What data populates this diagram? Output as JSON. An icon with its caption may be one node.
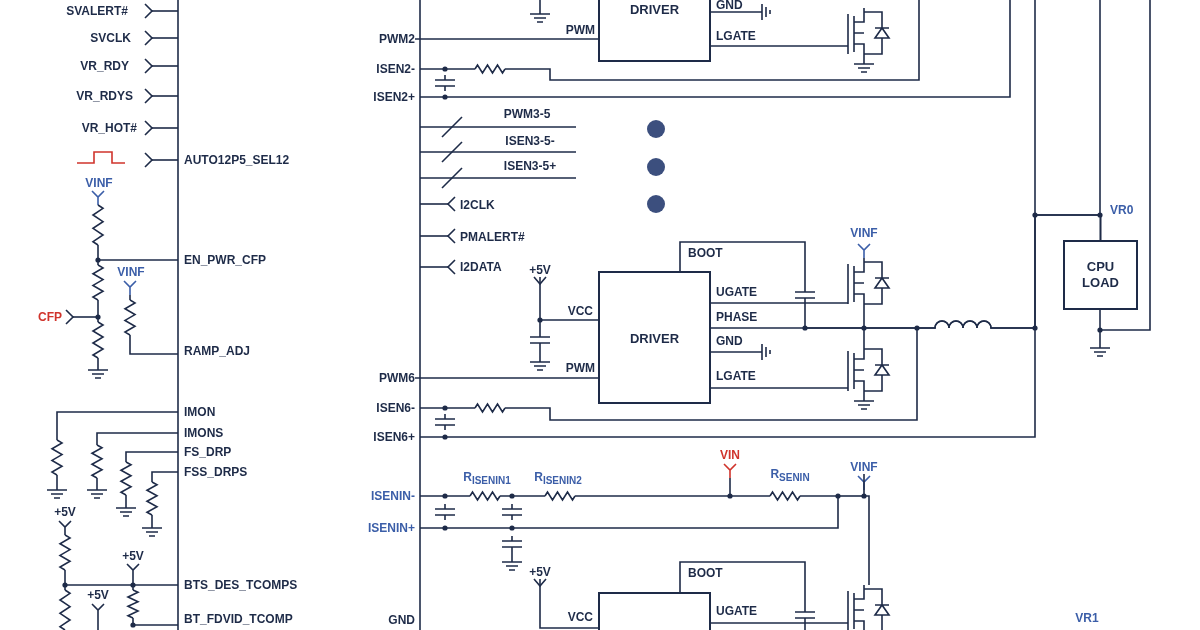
{
  "diagram": {
    "nodes": [
      {
        "text": [
          "DRIVER"
        ],
        "beside": [
          "GND",
          "PWM",
          "LGATE"
        ]
      },
      {
        "text": [
          "DRIVER"
        ],
        "beside": [
          "BOOT",
          "UGATE",
          "VCC",
          "PHASE",
          "GND",
          "PWM",
          "LGATE"
        ]
      },
      {
        "text": [],
        "shape": "box",
        "beside": [
          "BOOT",
          "UGATE",
          "VCC"
        ]
      },
      {
        "text": [
          "CPU LOAD"
        ]
      },
      {
        "text": [],
        "shape": "transistor"
      },
      {
        "text": [],
        "shape": "ground"
      },
      {
        "text": [],
        "shape": "capacitor"
      },
      {
        "text": [],
        "shape": "transistor",
        "beside": [
          "VINF"
        ]
      },
      {
        "text": [],
        "shape": "transistor"
      },
      {
        "text": [],
        "shape": "ground"
      },
      {
        "text": [],
        "shape": "capacitor"
      },
      {
        "text": [],
        "shape": "transistor"
      },
      {
        "text": [],
        "shape": "ground"
      },
      {
        "text": [
          "PWM2"
        ]
      },
      {
        "text": [
          "PWM6"
        ]
      },
      {
        "text": [
          "+5V"
        ]
      },
      {
        "text": [
          "+5V"
        ]
      },
      {
        "text": [
          "VINF"
        ]
      }
    ],
    "edges": [
      {
        "from": 1,
        "to": 3,
        "arrow": "none"
      },
      {
        "from": 0,
        "to": 4,
        "arrow": "none"
      },
      {
        "from": 0,
        "to": 5,
        "arrow": "none"
      },
      {
        "from": 1,
        "to": 6,
        "arrow": "none"
      },
      {
        "from": 6,
        "to": 3,
        "arrow": "none"
      },
      {
        "from": 1,
        "to": 7,
        "arrow": "none"
      },
      {
        "from": 7,
        "to": 8,
        "arrow": "none"
      },
      {
        "from": 1,
        "to": 9,
        "arrow": "none"
      },
      {
        "from": 1,
        "to": 8,
        "arrow": "none"
      },
      {
        "from": 2,
        "to": 10,
        "arrow": "none"
      },
      {
        "from": 2,
        "to": 11,
        "arrow": "none"
      },
      {
        "from": 3,
        "to": 12,
        "arrow": "none"
      },
      {
        "from": 13,
        "to": 0,
        "arrow": "none"
      },
      {
        "from": 15,
        "to": 1,
        "arrow": "other"
      },
      {
        "from": 14,
        "to": 1,
        "arrow": "none"
      },
      {
        "from": 16,
        "to": 2,
        "arrow": "other"
      },
      {
        "from": 17,
        "to": 11,
        "arrow": "none"
      }
    ],
    "labels": [
      "SVALERT#",
      "SVCLK",
      "VR_RDY",
      "VR_RDYS",
      "VR_HOT#",
      "AUTO12P5_SEL12",
      "VINF",
      "EN_PWR_CFP",
      "VINF",
      "CFP",
      "RAMP_ADJ",
      "IMON",
      "IMONS",
      "FS_DRP",
      "FSS_DRPS",
      "+5V",
      "+5V",
      "BTS_DES_TCOMPS",
      "+5V",
      "BT_FDVID_TCOMP",
      "ISEN2-",
      "ISEN2+",
      "PWM3-5",
      "ISEN3-5-",
      "ISEN3-5+",
      "I2CLK",
      "PMALERT#",
      "I2DATA",
      "ISEN6-",
      "ISEN6+",
      "ISENIN-",
      "ISENIN+",
      "GND",
      "R$_{ISENIN1}$",
      "R$_{ISENIN2}$",
      "VIN",
      "R$_{SENIN}$",
      "VR0",
      "VR1"
    ]
  }
}
